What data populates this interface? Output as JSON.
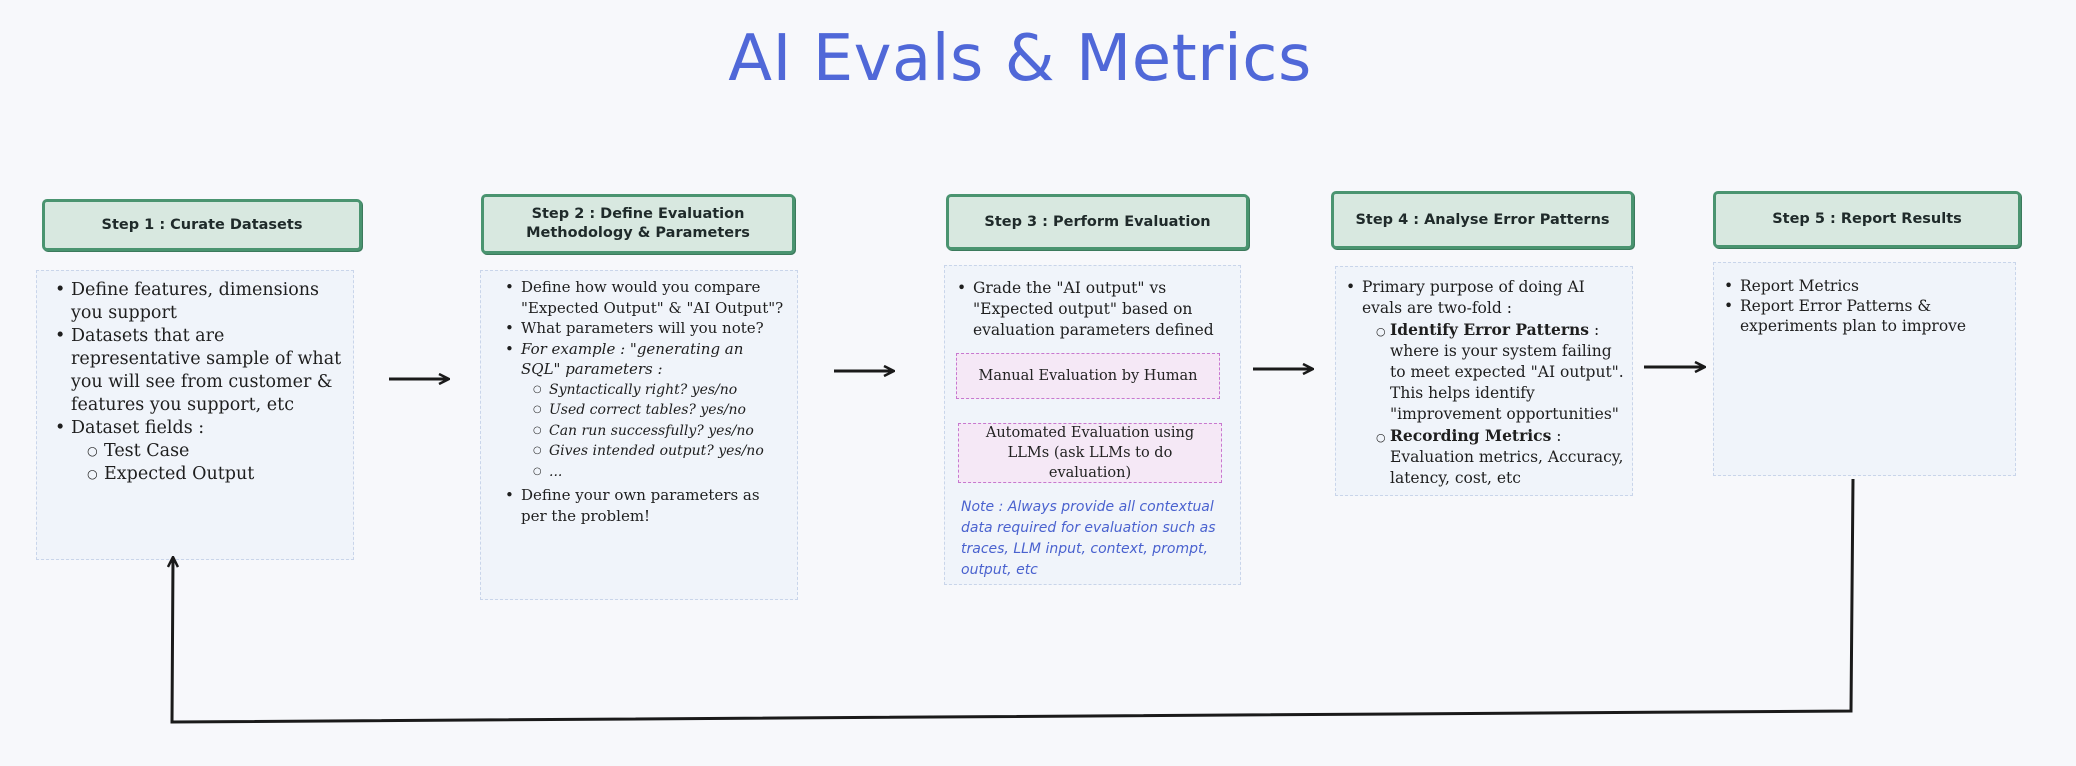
{
  "title": "AI Evals & Metrics",
  "steps": [
    {
      "header": "Step 1 : Curate Datasets",
      "bullets": [
        "Define features, dimensions you support",
        "Datasets that are representative sample of what you will see from customer & features you support, etc",
        "Dataset fields :"
      ],
      "sub_bullets": [
        "Test Case",
        "Expected Output"
      ]
    },
    {
      "header": "Step 2 : Define Evaluation Methodology & Parameters",
      "bullets": [
        "Define how would you compare \"Expected Output\" & \"AI Output\"?",
        "What parameters will you note?",
        "For example : \"generating an SQL\" parameters :",
        "Define your own parameters as per the problem!"
      ],
      "sub_bullets": [
        "Syntactically right? yes/no",
        "Used correct tables? yes/no",
        "Can run successfully? yes/no",
        "Gives intended output? yes/no",
        "..."
      ]
    },
    {
      "header": "Step 3 : Perform Evaluation",
      "bullets": [
        "Grade the \"AI output\" vs \"Expected output\" based on evaluation parameters defined"
      ],
      "manual_box": "Manual Evaluation by Human",
      "auto_box": "Automated Evaluation using LLMs (ask LLMs to do evaluation)",
      "note": "Note : Always provide all contextual data required for evaluation such as traces, LLM input, context, prompt, output, etc"
    },
    {
      "header": "Step 4 : Analyse Error Patterns",
      "bullets": [
        "Primary purpose of doing AI evals are two-fold :"
      ],
      "sub_items": [
        {
          "bold": "Identify Error Patterns",
          "text": " : where is your system failing to meet expected \"AI output\". This helps identify \"improvement opportunities\""
        },
        {
          "bold": "Recording Metrics",
          "text": " : Evaluation metrics, Accuracy, latency, cost, etc"
        }
      ]
    },
    {
      "header": "Step 5 : Report Results",
      "bullets": [
        "Report Metrics",
        "Report Error Patterns & experiments plan to improve"
      ]
    }
  ],
  "colors": {
    "title": "#5068d8",
    "header_fill": "#d8e8e0",
    "header_border": "#4a9470",
    "panel_fill": "#f0f4fa",
    "eval_box_fill": "#f5e8f6",
    "eval_box_border": "#c878cf",
    "note": "#4a62cf",
    "arrow": "#1a1a1a"
  }
}
